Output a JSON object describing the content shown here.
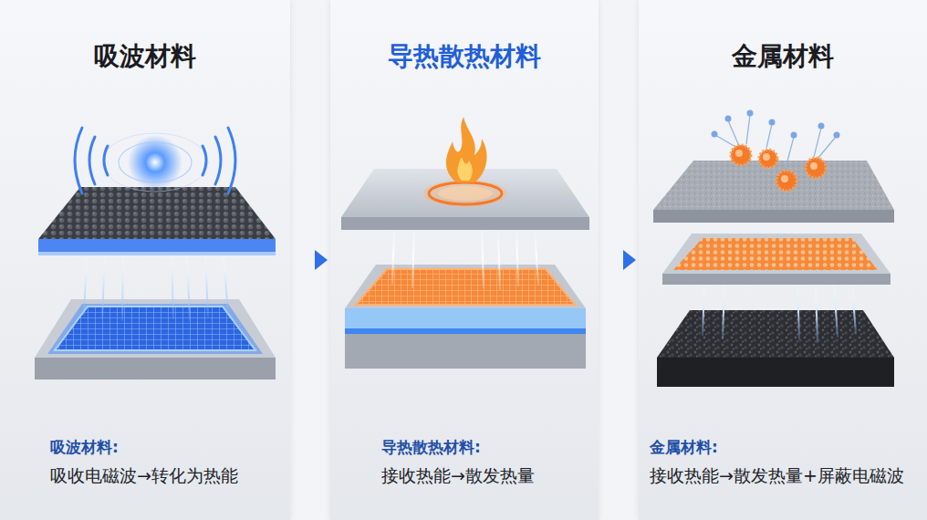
{
  "diagram": {
    "nodes": [
      {
        "text": [
          "吸波材料",
          "吸波材料:",
          "吸收电磁波→转化为热能"
        ]
      },
      {
        "text": [
          "导热散热材料",
          "导热散热材料:",
          "接收热能→散发热量"
        ]
      },
      {
        "text": [
          "金属材料",
          "金属材料:",
          "接收热能→散发热量+屏蔽电磁波"
        ]
      }
    ],
    "edges": [
      {
        "from": 0,
        "to": 1,
        "arrow": "to"
      },
      {
        "from": 1,
        "to": 2,
        "arrow": "to"
      }
    ]
  }
}
